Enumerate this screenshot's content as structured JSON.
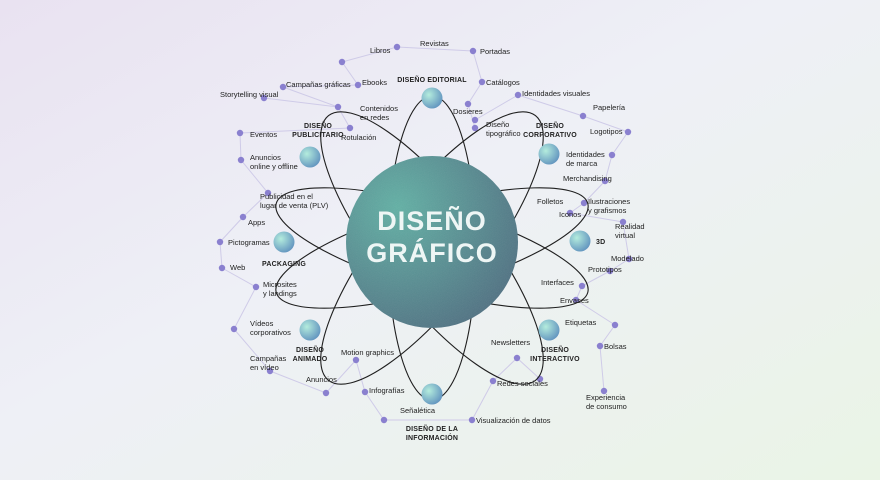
{
  "title": [
    "DISEÑO",
    "GRÁFICO"
  ],
  "colors": {
    "dot": "#8a80cf",
    "edge": "#cfcbe8",
    "orbit": "#1f1f1f",
    "planet_light": "#b4ecdd",
    "planet_dark": "#5d8fbd",
    "core_light": "#5fb0a4",
    "core_dark": "#4c6e80",
    "text": "#222222"
  },
  "categories": [
    {
      "id": "editorial",
      "label": [
        "DISEÑO EDITORIAL"
      ]
    },
    {
      "id": "publicitario",
      "label": [
        "DISEÑO",
        "PUBLICITARIO"
      ]
    },
    {
      "id": "corporativo",
      "label": [
        "DISEÑO",
        "CORPORATIVO"
      ]
    },
    {
      "id": "3d",
      "label": [
        "3D"
      ]
    },
    {
      "id": "packaging",
      "label": [
        "PACKAGING"
      ]
    },
    {
      "id": "animado",
      "label": [
        "DISEÑO",
        "ANIMADO"
      ]
    },
    {
      "id": "interactivo",
      "label": [
        "DISEÑO",
        "INTERACTIVO"
      ]
    },
    {
      "id": "informacion",
      "label": [
        "DISEÑO DE LA",
        "INFORMACIÓN"
      ]
    }
  ],
  "items": [
    {
      "label": [
        "Libros"
      ]
    },
    {
      "label": [
        "Revistas"
      ]
    },
    {
      "label": [
        "Portadas"
      ]
    },
    {
      "label": [
        "Ebooks"
      ]
    },
    {
      "label": [
        "Catálogos"
      ]
    },
    {
      "label": [
        "Dosieres"
      ]
    },
    {
      "label": [
        "Diseño",
        "tipográfico"
      ]
    },
    {
      "label": [
        "Storytelling visual"
      ]
    },
    {
      "label": [
        "Campañas gráficas"
      ]
    },
    {
      "label": [
        "Contenidos",
        "en redes"
      ]
    },
    {
      "label": [
        "Eventos"
      ]
    },
    {
      "label": [
        "Rotulación"
      ]
    },
    {
      "label": [
        "Anuncios",
        "online y offline"
      ]
    },
    {
      "label": [
        "Publicidad en el",
        "lugar de venta (PLV)"
      ]
    },
    {
      "label": [
        "Identidades visuales"
      ]
    },
    {
      "label": [
        "Papelería"
      ]
    },
    {
      "label": [
        "Logotipos"
      ]
    },
    {
      "label": [
        "Identidades",
        "de marca"
      ]
    },
    {
      "label": [
        "Merchandising"
      ]
    },
    {
      "label": [
        "Folletos"
      ]
    },
    {
      "label": [
        "Ilustraciones",
        "y grafismos"
      ]
    },
    {
      "label": [
        "Iconos"
      ]
    },
    {
      "label": [
        "Realidad",
        "virtual"
      ]
    },
    {
      "label": [
        "Modelado"
      ]
    },
    {
      "label": [
        "Prototipos"
      ]
    },
    {
      "label": [
        "Interfaces"
      ]
    },
    {
      "label": [
        "Envases"
      ]
    },
    {
      "label": [
        "Etiquetas"
      ]
    },
    {
      "label": [
        "Bolsas"
      ]
    },
    {
      "label": [
        "Experiencia",
        "de consumo"
      ]
    },
    {
      "label": [
        "Apps"
      ]
    },
    {
      "label": [
        "Pictogramas"
      ]
    },
    {
      "label": [
        "Web"
      ]
    },
    {
      "label": [
        "Microsites",
        "y landings"
      ]
    },
    {
      "label": [
        "Vídeos",
        "corporativos"
      ]
    },
    {
      "label": [
        "Campañas",
        "en vídeo"
      ]
    },
    {
      "label": [
        "Anuncios"
      ]
    },
    {
      "label": [
        "Motion graphics"
      ]
    },
    {
      "label": [
        "Infografías"
      ]
    },
    {
      "label": [
        "Señalética"
      ]
    },
    {
      "label": [
        "Newsletters"
      ]
    },
    {
      "label": [
        "Redes sociales"
      ]
    },
    {
      "label": [
        "Visualización de datos"
      ]
    }
  ]
}
